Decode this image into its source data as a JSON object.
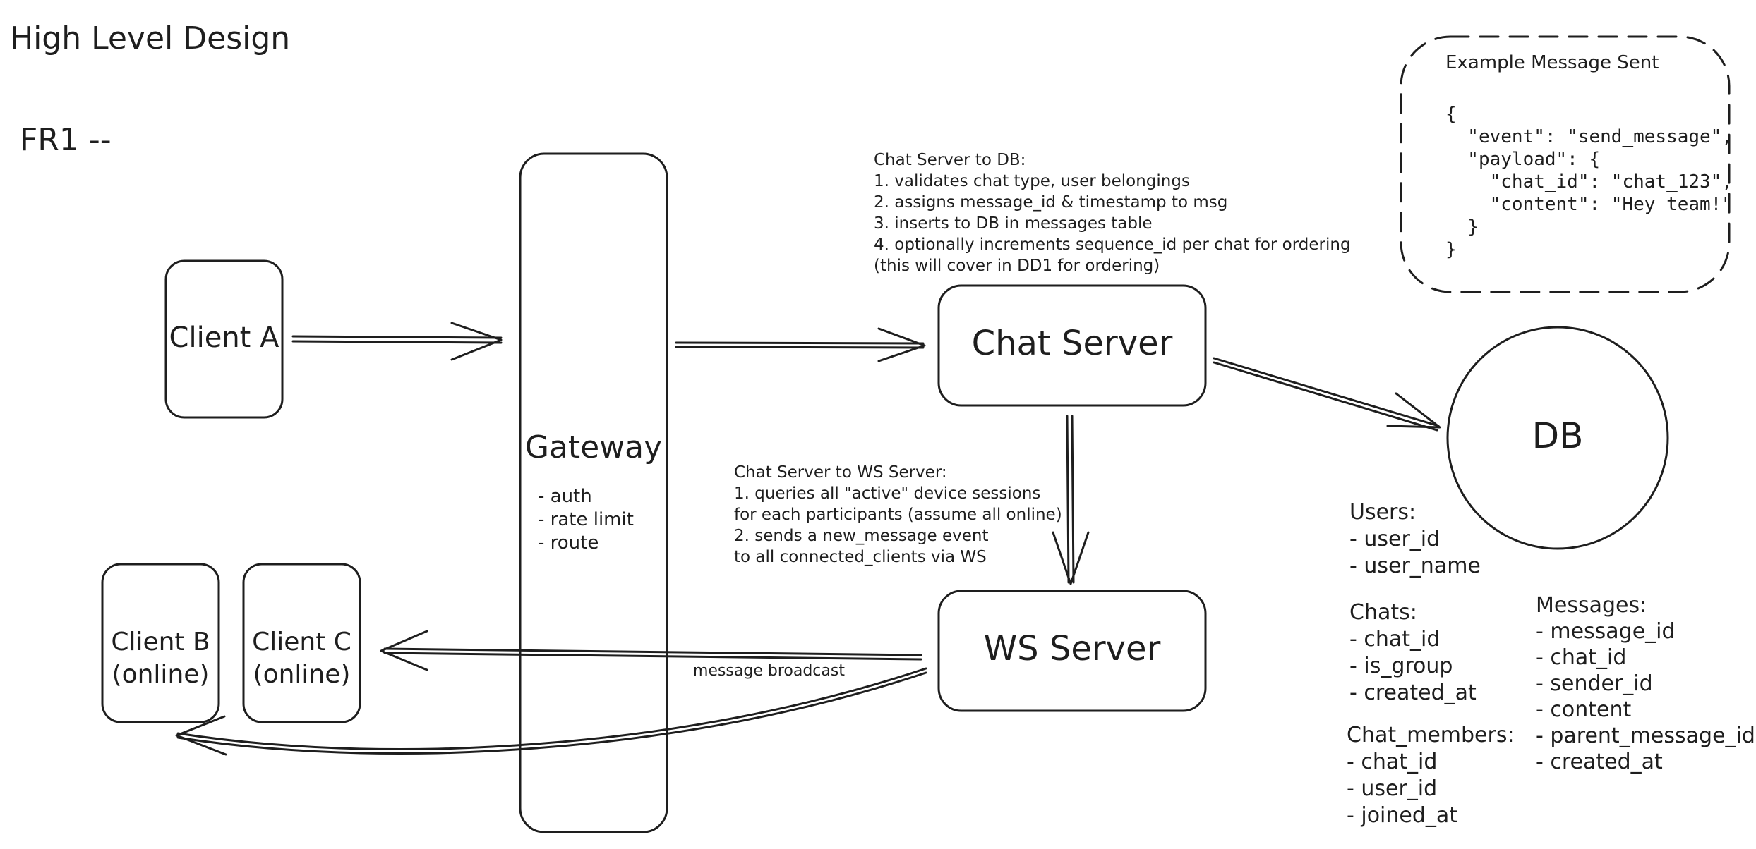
{
  "title": "High Level Design",
  "section_label": "FR1 --",
  "nodes": {
    "client_a": "Client A",
    "client_b": [
      "Client B",
      "(online)"
    ],
    "client_c": [
      "Client C",
      "(online)"
    ],
    "gateway": {
      "label": "Gateway",
      "notes": [
        "- auth",
        "- rate limit",
        "- route"
      ]
    },
    "chat_server": "Chat Server",
    "ws_server": "WS Server",
    "db": "DB"
  },
  "annotations": {
    "chat_to_db": [
      "Chat Server to DB:",
      "1. validates chat type, user belongings",
      "2. assigns message_id & timestamp to msg",
      "3. inserts to DB in messages table",
      "4. optionally increments sequence_id per chat for ordering",
      "(this will cover in DD1 for ordering)"
    ],
    "chat_to_ws": [
      "Chat Server to WS Server:",
      "1. queries all \"active\" device sessions",
      "for each participants (assume all online)",
      "2. sends a new_message event",
      "to all connected_clients via WS"
    ],
    "broadcast_label": "message broadcast"
  },
  "example_message": {
    "title": "Example Message Sent",
    "lines": [
      "{",
      "  \"event\": \"send_message\",",
      "  \"payload\": {",
      "    \"chat_id\": \"chat_123\",",
      "    \"content\": \"Hey team!\"",
      "  }",
      "}"
    ]
  },
  "schema": {
    "users": {
      "title": "Users:",
      "fields": [
        "- user_id",
        "- user_name"
      ]
    },
    "chats": {
      "title": "Chats:",
      "fields": [
        "- chat_id",
        "- is_group",
        "- created_at"
      ]
    },
    "chat_members": {
      "title": "Chat_members:",
      "fields": [
        "- chat_id",
        "- user_id",
        "- joined_at"
      ]
    },
    "messages": {
      "title": "Messages:",
      "fields": [
        "- message_id",
        "- chat_id",
        "- sender_id",
        "- content",
        "- parent_message_id",
        "- created_at"
      ]
    }
  }
}
